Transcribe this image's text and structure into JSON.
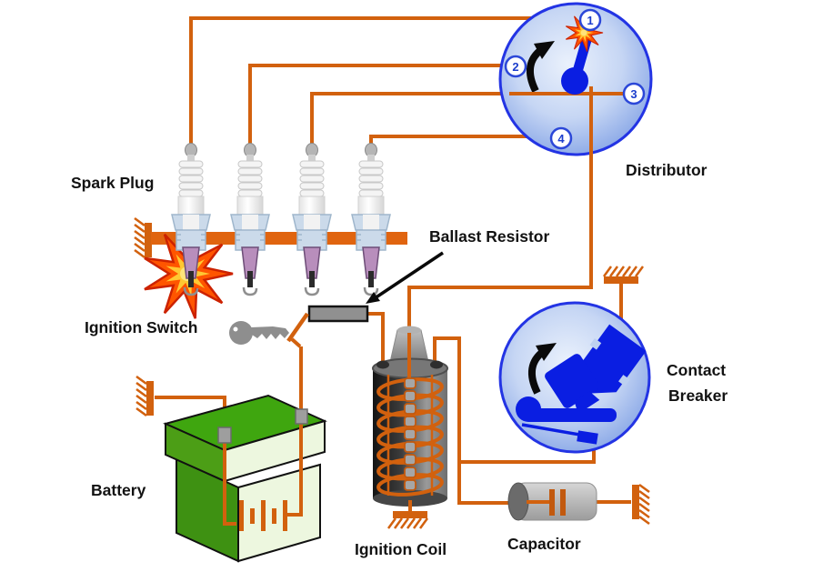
{
  "diagram": {
    "type": "automotive-ignition-system-diagram",
    "labels": {
      "spark_plug": "Spark Plug",
      "distributor": "Distributor",
      "ballast_resistor": "Ballast Resistor",
      "ignition_switch": "Ignition Switch",
      "battery": "Battery",
      "ignition_coil": "Ignition Coil",
      "capacitor": "Capacitor",
      "contact_breaker_line1": "Contact",
      "contact_breaker_line2": "Breaker"
    },
    "distributor": {
      "terminals": [
        "1",
        "2",
        "3",
        "4"
      ]
    },
    "icons": {
      "spark-plug-icon": "spark plug (x4)",
      "distributor-icon": "distributor cap with rotor and numbered terminals",
      "rotation-arrow-icon": "black curved rotation arrow",
      "spark-burst-icon": "spark flash star",
      "key-icon": "ignition key",
      "switch-icon": "open ignition switch contact",
      "ballast-resistor-icon": "gray resistor block",
      "battery-icon": "green battery box with cell symbol",
      "ignition-coil-icon": "coil cylinder with windings",
      "capacitor-icon": "capacitor cylinder with plates symbol",
      "contact-breaker-icon": "contact breaker points in circle",
      "ground-icon": "earth ground symbol (x5)"
    },
    "colors": {
      "wire_orange": "#d2610e",
      "bus_bar_orange": "#e0640f",
      "component_blue": "#0a1ee2",
      "circle_border_blue": "#2334e4",
      "circle_fill_blue": "#c6d6f4",
      "terminal_number_blue": "#1c3ecc",
      "battery_green_top": "#3fa60f",
      "battery_green_side": "#3e9112",
      "battery_pale": "#edf7df",
      "spark_outer": "#ff5500",
      "spark_inner": "#ffc832",
      "resistor_gray": "#909090",
      "label_black": "#121212"
    }
  }
}
